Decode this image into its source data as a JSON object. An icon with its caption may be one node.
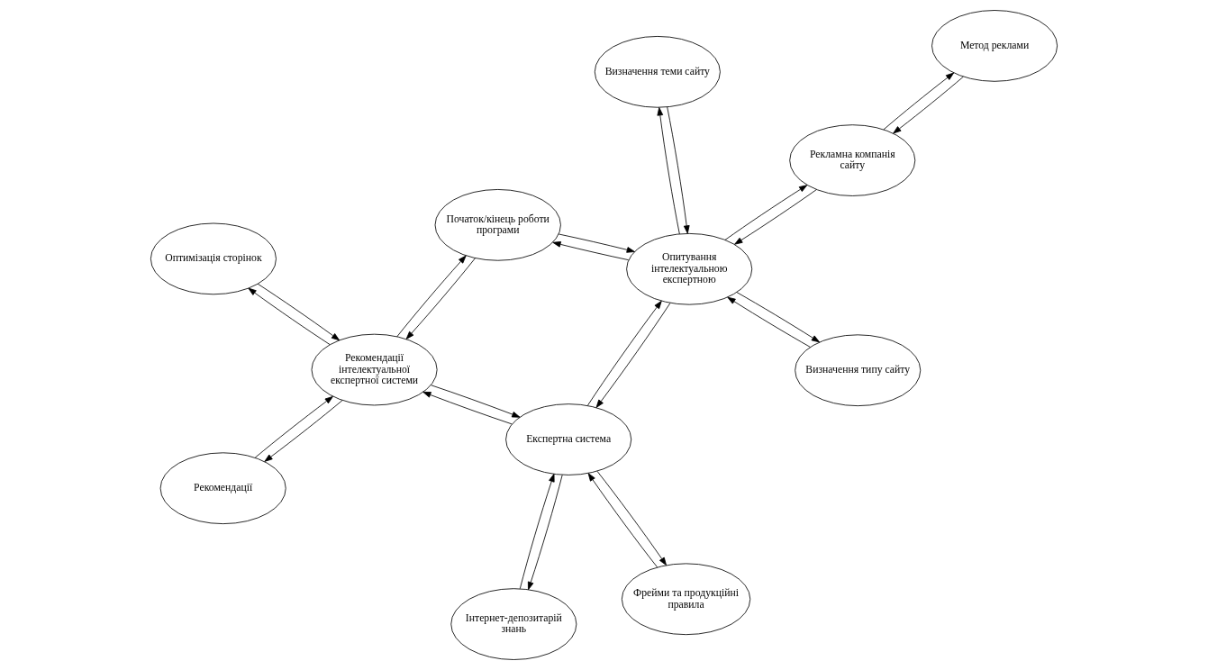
{
  "diagram": {
    "nodes": [
      {
        "text": [
          "Оптимізація сторінок"
        ]
      },
      {
        "text": [
          "Початок/кінець роботи програми"
        ]
      },
      {
        "text": [
          "Визначення типу сайту"
        ]
      },
      {
        "text": [
          "Визначення теми сайту"
        ]
      },
      {
        "text": [
          "Опитування інтелектуальною експертною"
        ]
      },
      {
        "text": [
          "Рекомендації інтелектуальної експертної системи"
        ]
      },
      {
        "text": [
          "Експертна система"
        ]
      },
      {
        "text": [
          "Рекламна компанія сайту"
        ]
      },
      {
        "text": [
          "Рекомендації"
        ]
      },
      {
        "text": [
          "Фрейми та продукційні правила"
        ]
      },
      {
        "text": [
          "Інтернет-депозитарій знань"
        ]
      },
      {
        "text": [
          "Метод реклами"
        ]
      }
    ],
    "edges": [
      {
        "from": 0,
        "to": 5,
        "arrow": "to"
      },
      {
        "from": 5,
        "to": 0,
        "arrow": "to"
      },
      {
        "from": 5,
        "to": 1,
        "arrow": "to"
      },
      {
        "from": 1,
        "to": 5,
        "arrow": "to"
      },
      {
        "from": 1,
        "to": 4,
        "arrow": "to"
      },
      {
        "from": 4,
        "to": 1,
        "arrow": "to"
      },
      {
        "from": 4,
        "to": 2,
        "arrow": "to"
      },
      {
        "from": 2,
        "to": 4,
        "arrow": "to"
      },
      {
        "from": 4,
        "to": 3,
        "arrow": "to"
      },
      {
        "from": 3,
        "to": 4,
        "arrow": "to"
      },
      {
        "from": 5,
        "to": 6,
        "arrow": "to"
      },
      {
        "from": 6,
        "to": 5,
        "arrow": "to"
      },
      {
        "from": 6,
        "to": 4,
        "arrow": "to"
      },
      {
        "from": 4,
        "to": 6,
        "arrow": "to"
      },
      {
        "from": 4,
        "to": 7,
        "arrow": "to"
      },
      {
        "from": 7,
        "to": 4,
        "arrow": "to"
      },
      {
        "from": 8,
        "to": 5,
        "arrow": "to"
      },
      {
        "from": 5,
        "to": 8,
        "arrow": "to"
      },
      {
        "from": 9,
        "to": 6,
        "arrow": "to"
      },
      {
        "from": 6,
        "to": 9,
        "arrow": "to"
      },
      {
        "from": 10,
        "to": 6,
        "arrow": "to"
      },
      {
        "from": 6,
        "to": 10,
        "arrow": "to"
      },
      {
        "from": 11,
        "to": 7,
        "arrow": "to"
      },
      {
        "from": 7,
        "to": 11,
        "arrow": "to"
      }
    ]
  }
}
